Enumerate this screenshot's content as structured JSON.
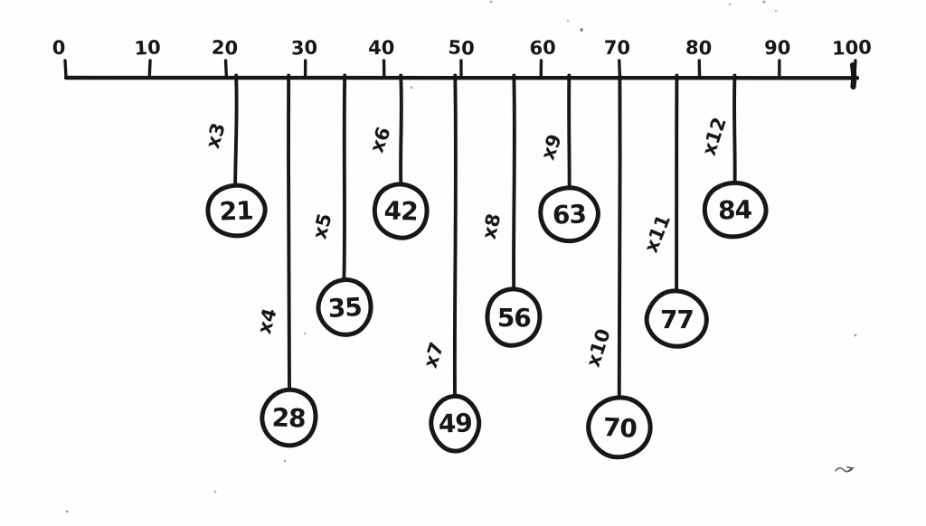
{
  "colors": {
    "ink": "#171717",
    "paper": "#fefefe"
  },
  "chart_data": {
    "type": "number_line",
    "axis": {
      "min": 0,
      "max": 100,
      "tick_step": 10,
      "tick_labels": [
        "0",
        "10",
        "20",
        "30",
        "40",
        "50",
        "60",
        "70",
        "80",
        "90",
        "100"
      ],
      "arrow_right": true
    },
    "items": [
      {
        "value": 21,
        "label": "x3",
        "depth": "shallow"
      },
      {
        "value": 28,
        "label": "x4",
        "depth": "deep"
      },
      {
        "value": 35,
        "label": "x5",
        "depth": "middle"
      },
      {
        "value": 42,
        "label": "x6",
        "depth": "shallow"
      },
      {
        "value": 49,
        "label": "x7",
        "depth": "deep"
      },
      {
        "value": 56,
        "label": "x8",
        "depth": "middle"
      },
      {
        "value": 63,
        "label": "x9",
        "depth": "shallow"
      },
      {
        "value": 70,
        "label": "x10",
        "depth": "deep"
      },
      {
        "value": 77,
        "label": "x11",
        "depth": "middle"
      },
      {
        "value": 84,
        "label": "x12",
        "depth": "shallow"
      }
    ]
  }
}
